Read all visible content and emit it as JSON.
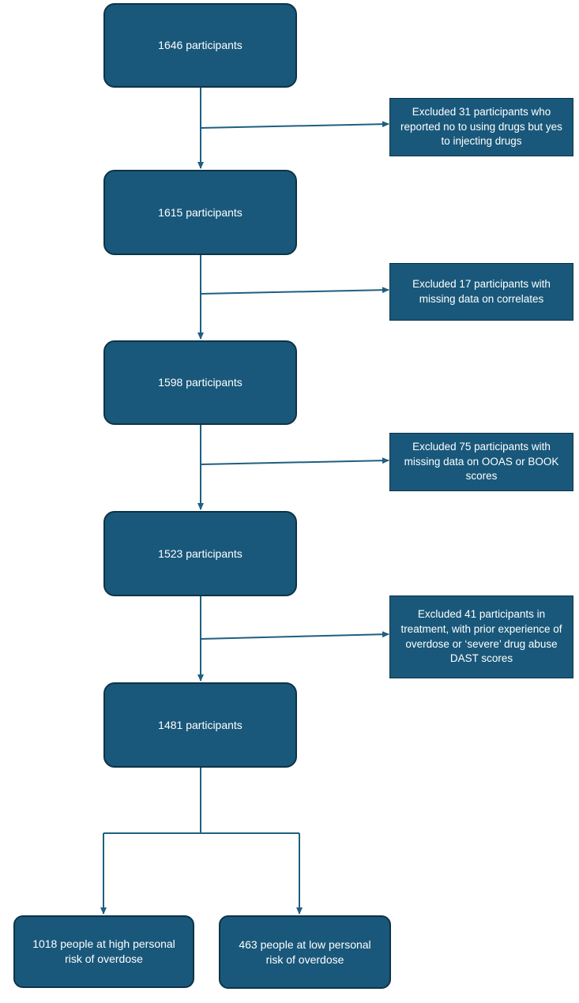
{
  "flowchart": {
    "main_steps": [
      {
        "label": "1646 participants"
      },
      {
        "label": "1615 participants"
      },
      {
        "label": "1598 participants"
      },
      {
        "label": "1523 participants"
      },
      {
        "label": "1481 participants"
      }
    ],
    "exclusions": [
      {
        "label": "Excluded 31 participants who reported no to using drugs but yes to injecting drugs"
      },
      {
        "label": "Excluded 17 participants with missing data on correlates"
      },
      {
        "label": "Excluded 75 participants with missing data on OOAS or BOOK scores"
      },
      {
        "label": "Excluded 41 participants in treatment, with prior experience of overdose or ‘severe’ drug abuse DAST scores"
      }
    ],
    "outcomes": [
      {
        "label": "1018 people at high personal risk of overdose"
      },
      {
        "label": "463 people at low personal risk of overdose"
      }
    ]
  },
  "colors": {
    "box_fill": "#19587a",
    "box_border": "#0d3347",
    "connector": "#1f5f80",
    "text": "#ffffff"
  }
}
